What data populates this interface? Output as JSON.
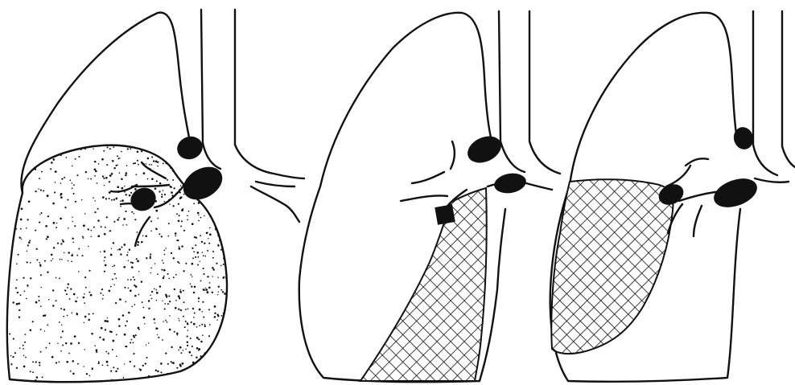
{
  "figure": {
    "panels": [
      {
        "id": "panel-1",
        "shading": "stipple"
      },
      {
        "id": "panel-2",
        "shading": "crosshatch"
      },
      {
        "id": "panel-3",
        "shading": "crosshatch"
      }
    ],
    "colors": {
      "ink": "#111111",
      "background": "#ffffff"
    }
  }
}
